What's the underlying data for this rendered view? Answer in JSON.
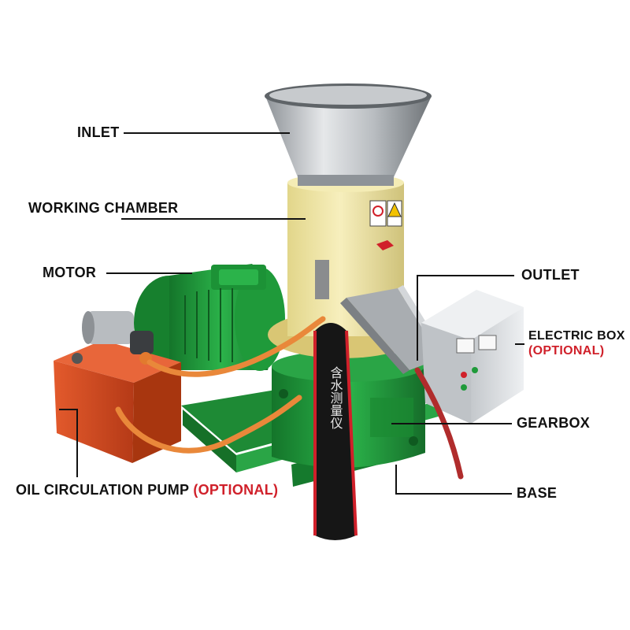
{
  "labels": {
    "inlet": "INLET",
    "working_chamber": "WORKING CHAMBER",
    "motor": "MOTOR",
    "outlet": "OUTLET",
    "electric_box": "ELECTRIC BOX",
    "electric_box_optional": "(OPTIONAL)",
    "gearbox": "GEARBOX",
    "base": "BASE",
    "oil_pump": "OIL CIRCULATION PUMP",
    "oil_pump_optional": "(OPTIONAL)"
  },
  "machine": {
    "sensor_strip_text": "含水测量仪"
  },
  "colors": {
    "machine_green": "#1f9a3a",
    "chamber_cream": "#f1e7a8",
    "pump_tank_red": "#d4461e",
    "electric_box_grey": "#d9dcdf",
    "hose_orange": "#e9883a",
    "optional_red": "#d0202a",
    "leader_line": "#111111"
  }
}
